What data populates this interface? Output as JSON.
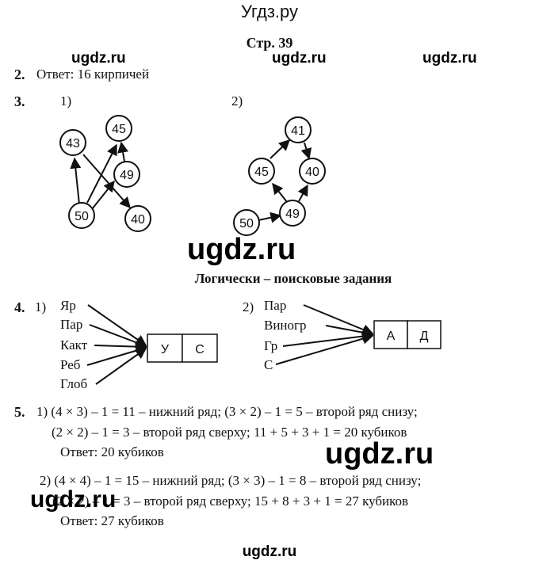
{
  "header": {
    "site": "Угдз.ру",
    "page": "Стр. 39"
  },
  "watermark": "ugdz.ru",
  "task2": {
    "num": "2.",
    "text": "Ответ: 16 кирпичей"
  },
  "task3": {
    "num": "3.",
    "variant1": {
      "label": "1)",
      "nodes": [
        "45",
        "43",
        "49",
        "50",
        "40"
      ]
    },
    "variant2": {
      "label": "2)",
      "nodes": [
        "41",
        "45",
        "40",
        "50",
        "49"
      ]
    }
  },
  "section_title": "Логически – поисковые задания",
  "task4": {
    "num": "4.",
    "variant1": {
      "label": "1)",
      "words": [
        "Яр",
        "Пар",
        "Какт",
        "Реб",
        "Глоб"
      ],
      "boxes": [
        "У",
        "С"
      ]
    },
    "variant2": {
      "label": "2)",
      "words": [
        "Пар",
        "Виногр",
        "Гр",
        "С"
      ],
      "boxes": [
        "А",
        "Д"
      ]
    }
  },
  "task5": {
    "num": "5.",
    "lines": [
      "1) (4 × 3) – 1 = 11 – нижний ряд;  (3 × 2) – 1 = 5 – второй ряд снизу;",
      "(2 × 2) – 1 = 3 – второй ряд сверху;  11 + 5 + 3 + 1 = 20 кубиков",
      "Ответ: 20 кубиков",
      "2) (4 × 4) – 1 = 15 – нижний ряд;   (3 × 3) – 1 = 8 – второй ряд снизу;",
      "(2 × 2) – 1 = 3 – второй ряд сверху;  15 + 8 + 3 + 1 = 27 кубиков",
      "Ответ: 27 кубиков"
    ]
  }
}
